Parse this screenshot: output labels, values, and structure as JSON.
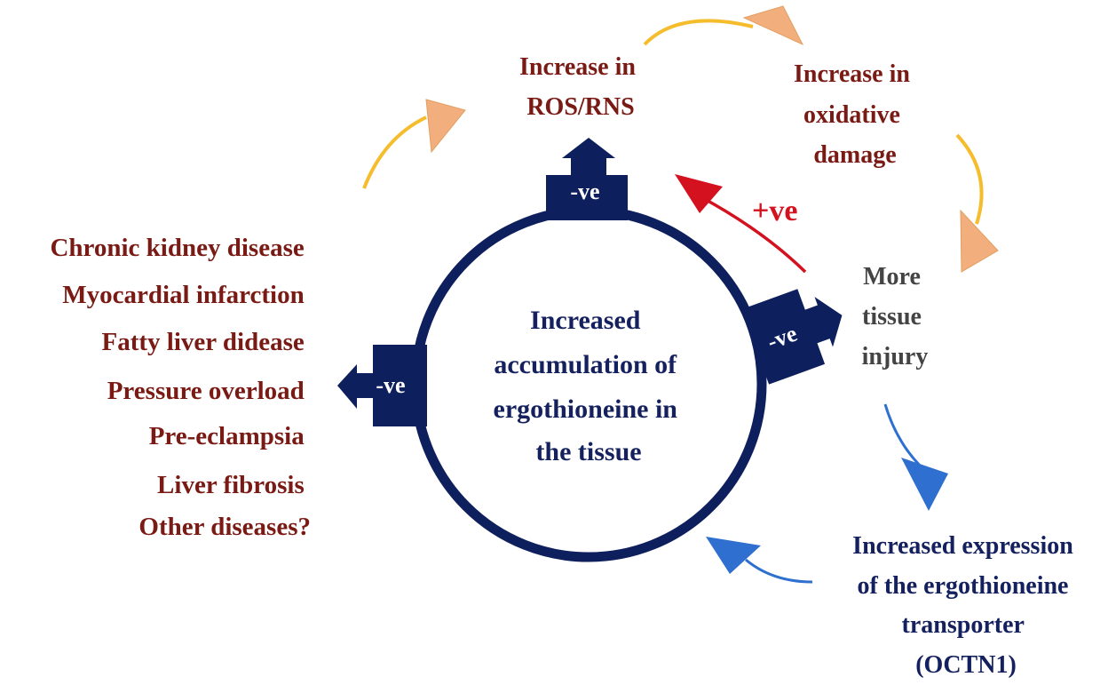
{
  "colors": {
    "navy": "#0d1f5c",
    "maroon": "#7a1a14",
    "gray": "#444444",
    "red": "#d4111e",
    "yellow_arrow": "#f5bd2c",
    "peach_head": "#f2ae7c",
    "blue_arrow": "#2f6fcf"
  },
  "center": {
    "lines": [
      "Increased",
      "accumulation of",
      "ergothioneine in",
      "the tissue"
    ]
  },
  "nodes": {
    "ros": {
      "lines": [
        "Increase in",
        "ROS/RNS"
      ]
    },
    "oxidative": {
      "lines": [
        "Increase in",
        "oxidative",
        "damage"
      ]
    },
    "injury": {
      "lines": [
        "More",
        "tissue",
        "injury"
      ]
    },
    "transporter": {
      "lines": [
        "Increased expression",
        "of the ergothioneine",
        "transporter",
        "(OCTN1)"
      ]
    }
  },
  "arrows": {
    "neg_top": "-ve",
    "neg_right": "-ve",
    "neg_left": "-ve",
    "pos": "+ve"
  },
  "diseases": [
    "Chronic kidney disease",
    "Myocardial infarction",
    "Fatty liver didease",
    "Pressure overload",
    "Pre-eclampsia",
    "Liver fibrosis",
    "Other diseases?"
  ]
}
